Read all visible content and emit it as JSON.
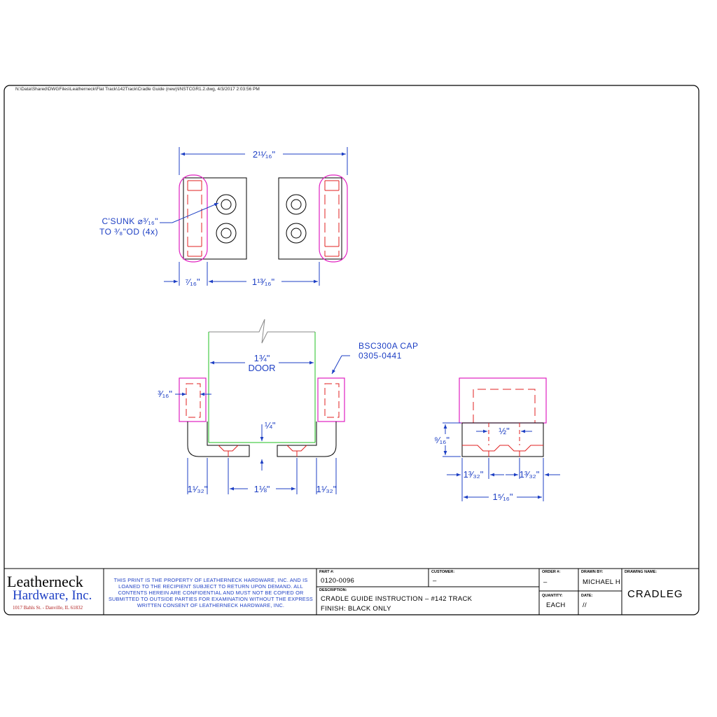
{
  "file_path": "N:\\Data\\Shared\\DWGFiles\\Leatherneck\\Flat Track\\142Track\\Cradle Guide (new)\\INSTCGR1.2.dwg, 4/3/2017 2:03:56 PM",
  "top_view": {
    "overall_width": "2¹¹⁄₁₆\"",
    "left_dim": "⁷⁄₁₆\"",
    "right_dim": "1¹³⁄₁₆\"",
    "callout_line1": "C'SUNK ⌀³⁄₁₆\"",
    "callout_line2": "TO ³⁄₈\"OD (4x)"
  },
  "front_view": {
    "door_width": "1¾\"",
    "door_label": "DOOR",
    "cap_label_line1": "BSC300A CAP",
    "cap_label_line2": "0305-0441",
    "cap_height": "³⁄₁₆\"",
    "gap": "¼\"",
    "bottom_left": "1¹⁄₃₂\"",
    "bottom_mid": "1⅛\"",
    "bottom_right": "1¹⁄₃₂\""
  },
  "side_view": {
    "height": "⁹⁄₁₆\"",
    "hole_spacing": "½\"",
    "left_offset": "1³⁄₃₂\"",
    "right_offset": "1³⁄₃₂\"",
    "overall_width": "1⁵⁄₁₆\""
  },
  "title_block": {
    "company_line1": "Leatherneck",
    "company_line2": "Hardware, Inc.",
    "company_address": "1017 Bahls St. - Danville, IL 61832",
    "disclaimer": "THIS PRINT IS THE PROPERTY OF LEATHERNECK HARDWARE, INC. AND IS LOANED TO THE RECIPIENT SUBJECT TO RETURN UPON DEMAND. ALL CONTENTS HEREIN ARE CONFIDENTIAL AND MUST NOT BE COPIED OR SUBMITTED TO OUTSIDE PARTIES FOR EXAMINATION WITHOUT THE EXPRESS WRITTEN CONSENT OF LEATHERNECK HARDWARE, INC.",
    "part_label": "PART #:",
    "part_value": "0120-0096",
    "customer_label": "CUSTOMER:",
    "customer_value": "–",
    "description_label": "DESCRIPTION:",
    "description_line1": "CRADLE GUIDE INSTRUCTION – #142 TRACK",
    "description_line2": "FINISH:  BLACK ONLY",
    "order_label": "ORDER #:",
    "order_value": "–",
    "quantity_label": "QUANTITY:",
    "quantity_value": "EACH",
    "drawn_by_label": "DRAWN BY:",
    "drawn_by_value": "MICHAEL H",
    "date_label": "DATE:",
    "date_value": "//",
    "drawing_name_label": "DRAWING NAME:",
    "drawing_name_value": "CRADLEG"
  },
  "colors": {
    "dimension": "#1d3fc4",
    "hidden_line": "#e02020",
    "cap_outline": "#e020c0",
    "door_outline": "#22c022",
    "part_outline": "#000000"
  }
}
